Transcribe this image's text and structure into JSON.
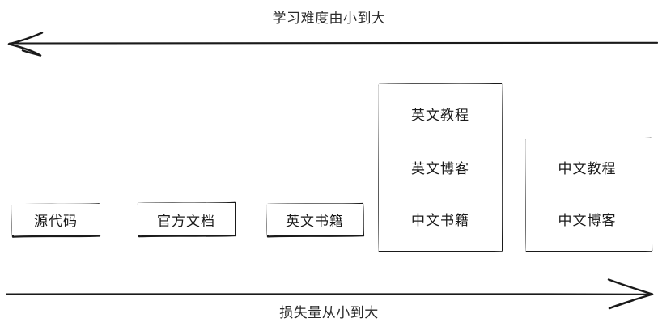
{
  "diagram": {
    "type": "sketch-spectrum-diagram",
    "background_color": "#ffffff",
    "stroke_color": "#1a1a1a",
    "axes": {
      "top": {
        "label": "学习难度由小到大",
        "direction": "left",
        "arrow_icon": "arrow-left-icon"
      },
      "bottom": {
        "label": "损失量从小到大",
        "direction": "right",
        "arrow_icon": "arrow-right-icon"
      }
    },
    "nodes": [
      {
        "id": "source-code",
        "label": "源代码"
      },
      {
        "id": "official-docs",
        "label": "官方文档"
      },
      {
        "id": "english-books",
        "label": "英文书籍"
      }
    ],
    "groups": [
      {
        "id": "english-group",
        "items": [
          {
            "id": "english-tutorial",
            "label": "英文教程"
          },
          {
            "id": "english-blog",
            "label": "英文博客"
          },
          {
            "id": "chinese-books",
            "label": "中文书籍"
          }
        ]
      },
      {
        "id": "chinese-group",
        "items": [
          {
            "id": "chinese-tutorial",
            "label": "中文教程"
          },
          {
            "id": "chinese-blog",
            "label": "中文博客"
          }
        ]
      }
    ]
  }
}
